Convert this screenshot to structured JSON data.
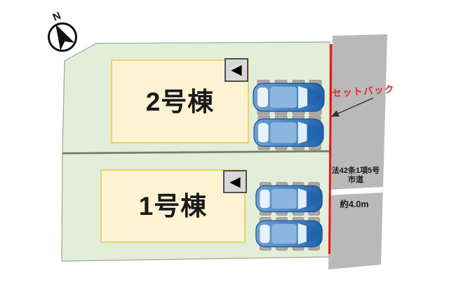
{
  "compass": {
    "label": "N"
  },
  "parcels": {
    "unit2": {
      "label": "2号棟"
    },
    "unit1": {
      "label": "1号棟"
    }
  },
  "marker_glyph": "◀",
  "setback": {
    "label": "セットバック"
  },
  "road": {
    "designation": "法42条1項5号",
    "type": "市道",
    "width_label": "約4.0m"
  },
  "colors": {
    "parcel_green": "#e2eed9",
    "parcel_border": "#9aa892",
    "building_cream": "#fdf3d2",
    "building_border": "#e9d46c",
    "road_gray": "#b9b9b9",
    "setback_red": "#e5262b",
    "line_red": "#ee1111",
    "marker_bg": "#d8d8d8",
    "marker_border": "#4f4f4f",
    "text_dark": "#1a1a1a",
    "divider_gray": "#6f7a6b",
    "car_blue": "#3c7cc0"
  }
}
